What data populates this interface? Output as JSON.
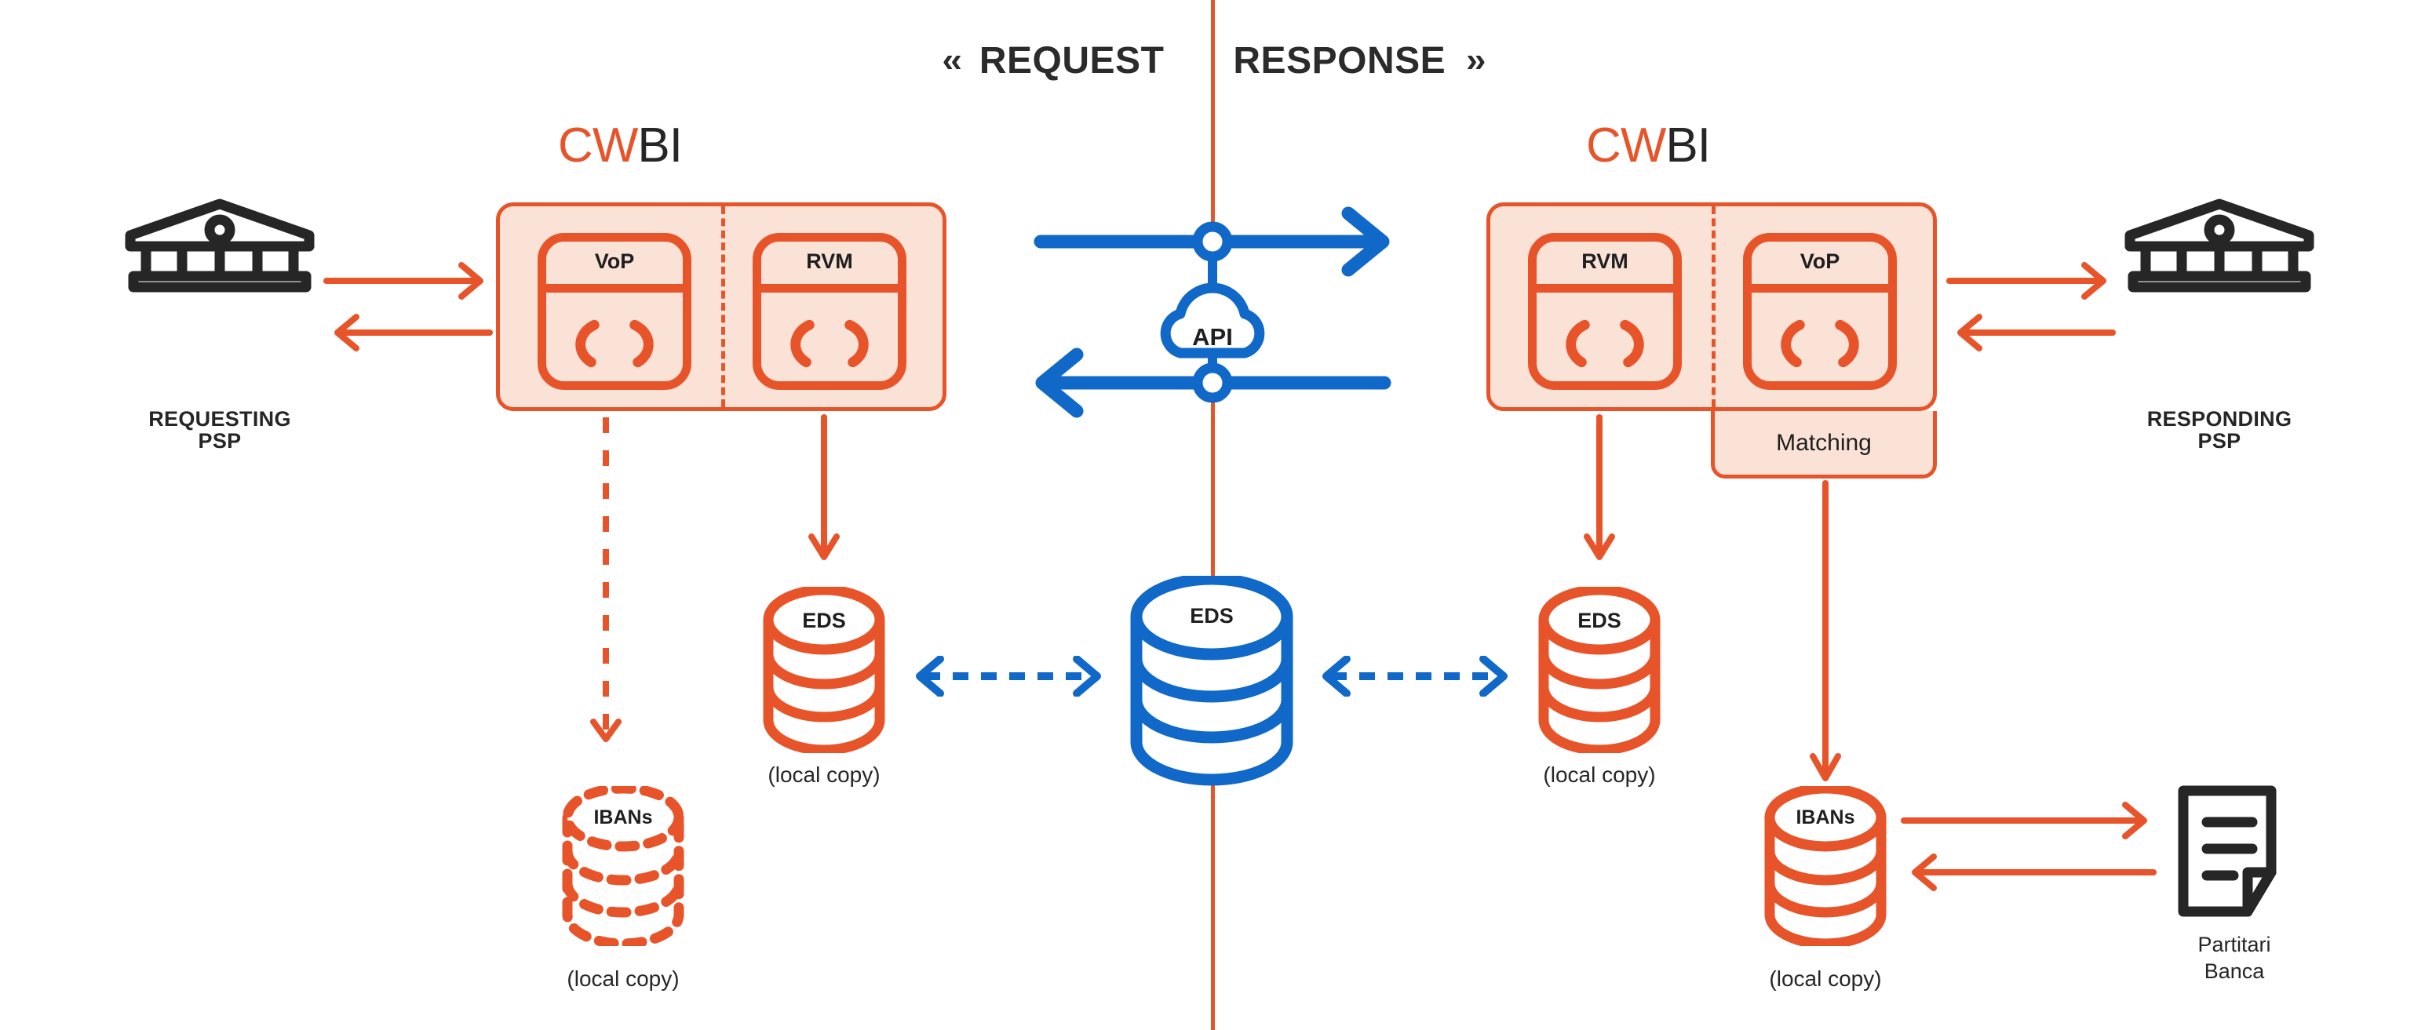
{
  "header": {
    "chevron_left": "‹‹",
    "request_label": "REQUEST",
    "response_label": "RESPONSE",
    "chevron_right": "››"
  },
  "colors": {
    "orange": "#E8542A",
    "orange_divider": "#E2562A",
    "panel_fill": "#FBE2D7",
    "blue": "#1068C8",
    "dark": "#262626",
    "background": "#FFFFFF"
  },
  "left": {
    "actor": {
      "label_line1": "REQUESTING",
      "label_line2": "PSP",
      "icon": "bank-icon"
    },
    "logo": {
      "orange_part": "CW",
      "dark_part": "BI"
    },
    "modules": [
      {
        "name": "VoP",
        "icon": "code-brackets-icon"
      },
      {
        "name": "RVM",
        "icon": "code-brackets-icon"
      }
    ],
    "stores": [
      {
        "name": "IBANs",
        "sublabel": "(local copy)",
        "style": "dashed",
        "color": "#E8542A"
      },
      {
        "name": "EDS",
        "sublabel": "(local copy)",
        "style": "solid",
        "color": "#E8542A"
      }
    ]
  },
  "center": {
    "api": {
      "label": "API",
      "icon": "cloud-icon"
    },
    "eds": {
      "label": "EDS",
      "icon": "database-icon",
      "color": "#1068C8"
    }
  },
  "right": {
    "actor": {
      "label_line1": "RESPONDING",
      "label_line2": "PSP",
      "icon": "bank-icon"
    },
    "logo": {
      "orange_part": "CW",
      "dark_part": "BI"
    },
    "modules": [
      {
        "name": "RVM",
        "icon": "code-brackets-icon"
      },
      {
        "name": "VoP",
        "icon": "code-brackets-icon"
      }
    ],
    "matching": {
      "label": "Matching"
    },
    "stores": [
      {
        "name": "EDS",
        "sublabel": "(local copy)",
        "style": "solid",
        "color": "#E8542A"
      },
      {
        "name": "IBANs",
        "sublabel": "(local copy)",
        "style": "solid",
        "color": "#E8542A"
      }
    ],
    "ledger": {
      "label_line1": "Partitari",
      "label_line2": "Banca",
      "icon": "document-icon"
    }
  }
}
